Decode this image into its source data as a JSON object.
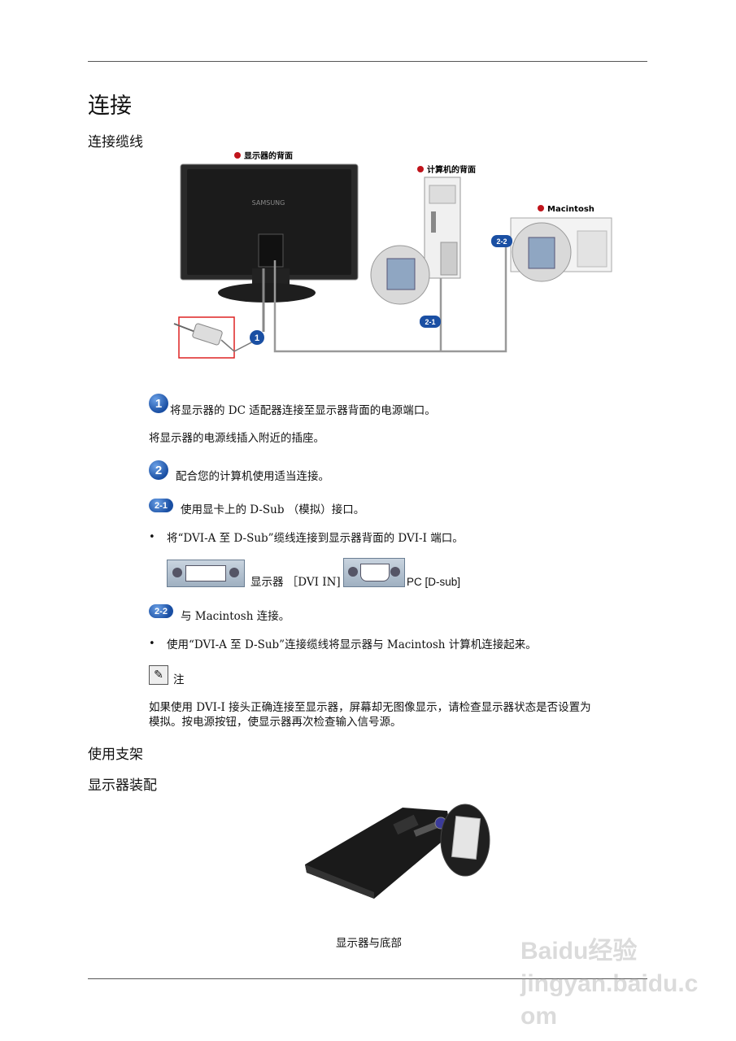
{
  "title": "连接",
  "section1": "连接缆线",
  "diagram": {
    "label_monitor_back": "显示器的背面",
    "label_pc_back": "计算机的背面",
    "label_mac": "Macintosh",
    "brand": "SAMSUNG",
    "badge_1": "1",
    "badge_2_1": "2-1",
    "badge_2_2": "2-2"
  },
  "steps": {
    "step1_badge": "1",
    "step1_text": "将显示器的 DC 适配器连接至显示器背面的电源端口。",
    "step1_sub": "将显示器的电源线插入附近的插座。",
    "step2_badge": "2",
    "step2_text": "配合您的计算机使用适当连接。",
    "step21_badge": "2-1",
    "step21_text": "使用显卡上的 D-Sub （模拟）接口。",
    "step21_bullet": "将“DVI-A 至 D-Sub”缆线连接到显示器背面的 DVI-I 端口。",
    "port_monitor_label": "显示器 ［DVI IN]",
    "port_pc_label": "PC [D-sub]",
    "step22_badge": "2-2",
    "step22_text": "与 Macintosh 连接。",
    "step22_bullet": "使用“DVI-A 至 D-Sub”连接缆线将显示器与 Macintosh 计算机连接起来。"
  },
  "note": {
    "label": "注",
    "text_line1": "如果使用  DVI-I  接头正确连接至显示器，屏幕却无图像显示，请检查显示器状态是否设置为",
    "text_line2": "模拟。按电源按钮，使显示器再次检查输入信号源。"
  },
  "section2": "使用支架",
  "section3": "显示器装配",
  "figure_caption": "显示器与底部",
  "watermark": "Baidu经验 jingyan.baidu.com",
  "colors": {
    "badge_blue": "#1a4fa3",
    "red_dot": "#c0141b",
    "red_box": "#d22"
  }
}
